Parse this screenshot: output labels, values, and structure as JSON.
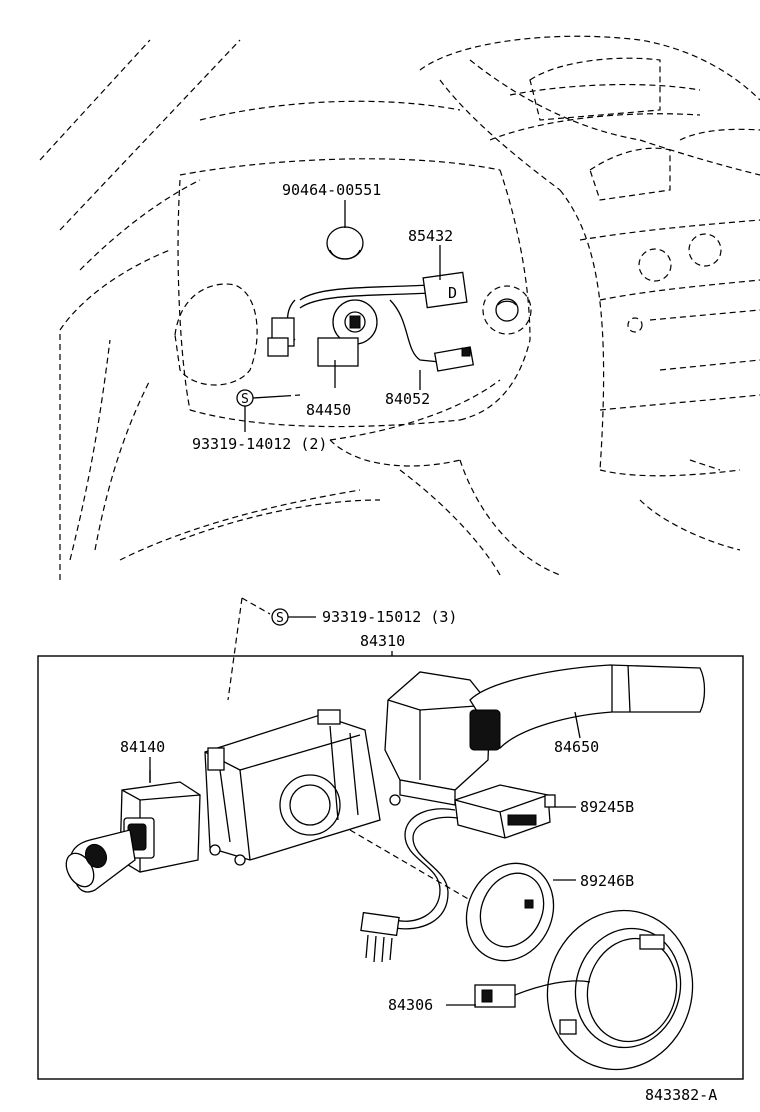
{
  "diagram": {
    "parts": {
      "p90464": "90464-00551",
      "p85432": "85432",
      "p84450": "84450",
      "p84052": "84052",
      "p93319_14012": "93319-14012 (2)",
      "p93319_15012": "93319-15012 (3)",
      "p84310": "84310",
      "p84140": "84140",
      "p84650": "84650",
      "p89245B": "89245B",
      "p89246B": "89246B",
      "p84306": "84306"
    },
    "screw_symbol": "S",
    "figure_id": "843382-A"
  }
}
